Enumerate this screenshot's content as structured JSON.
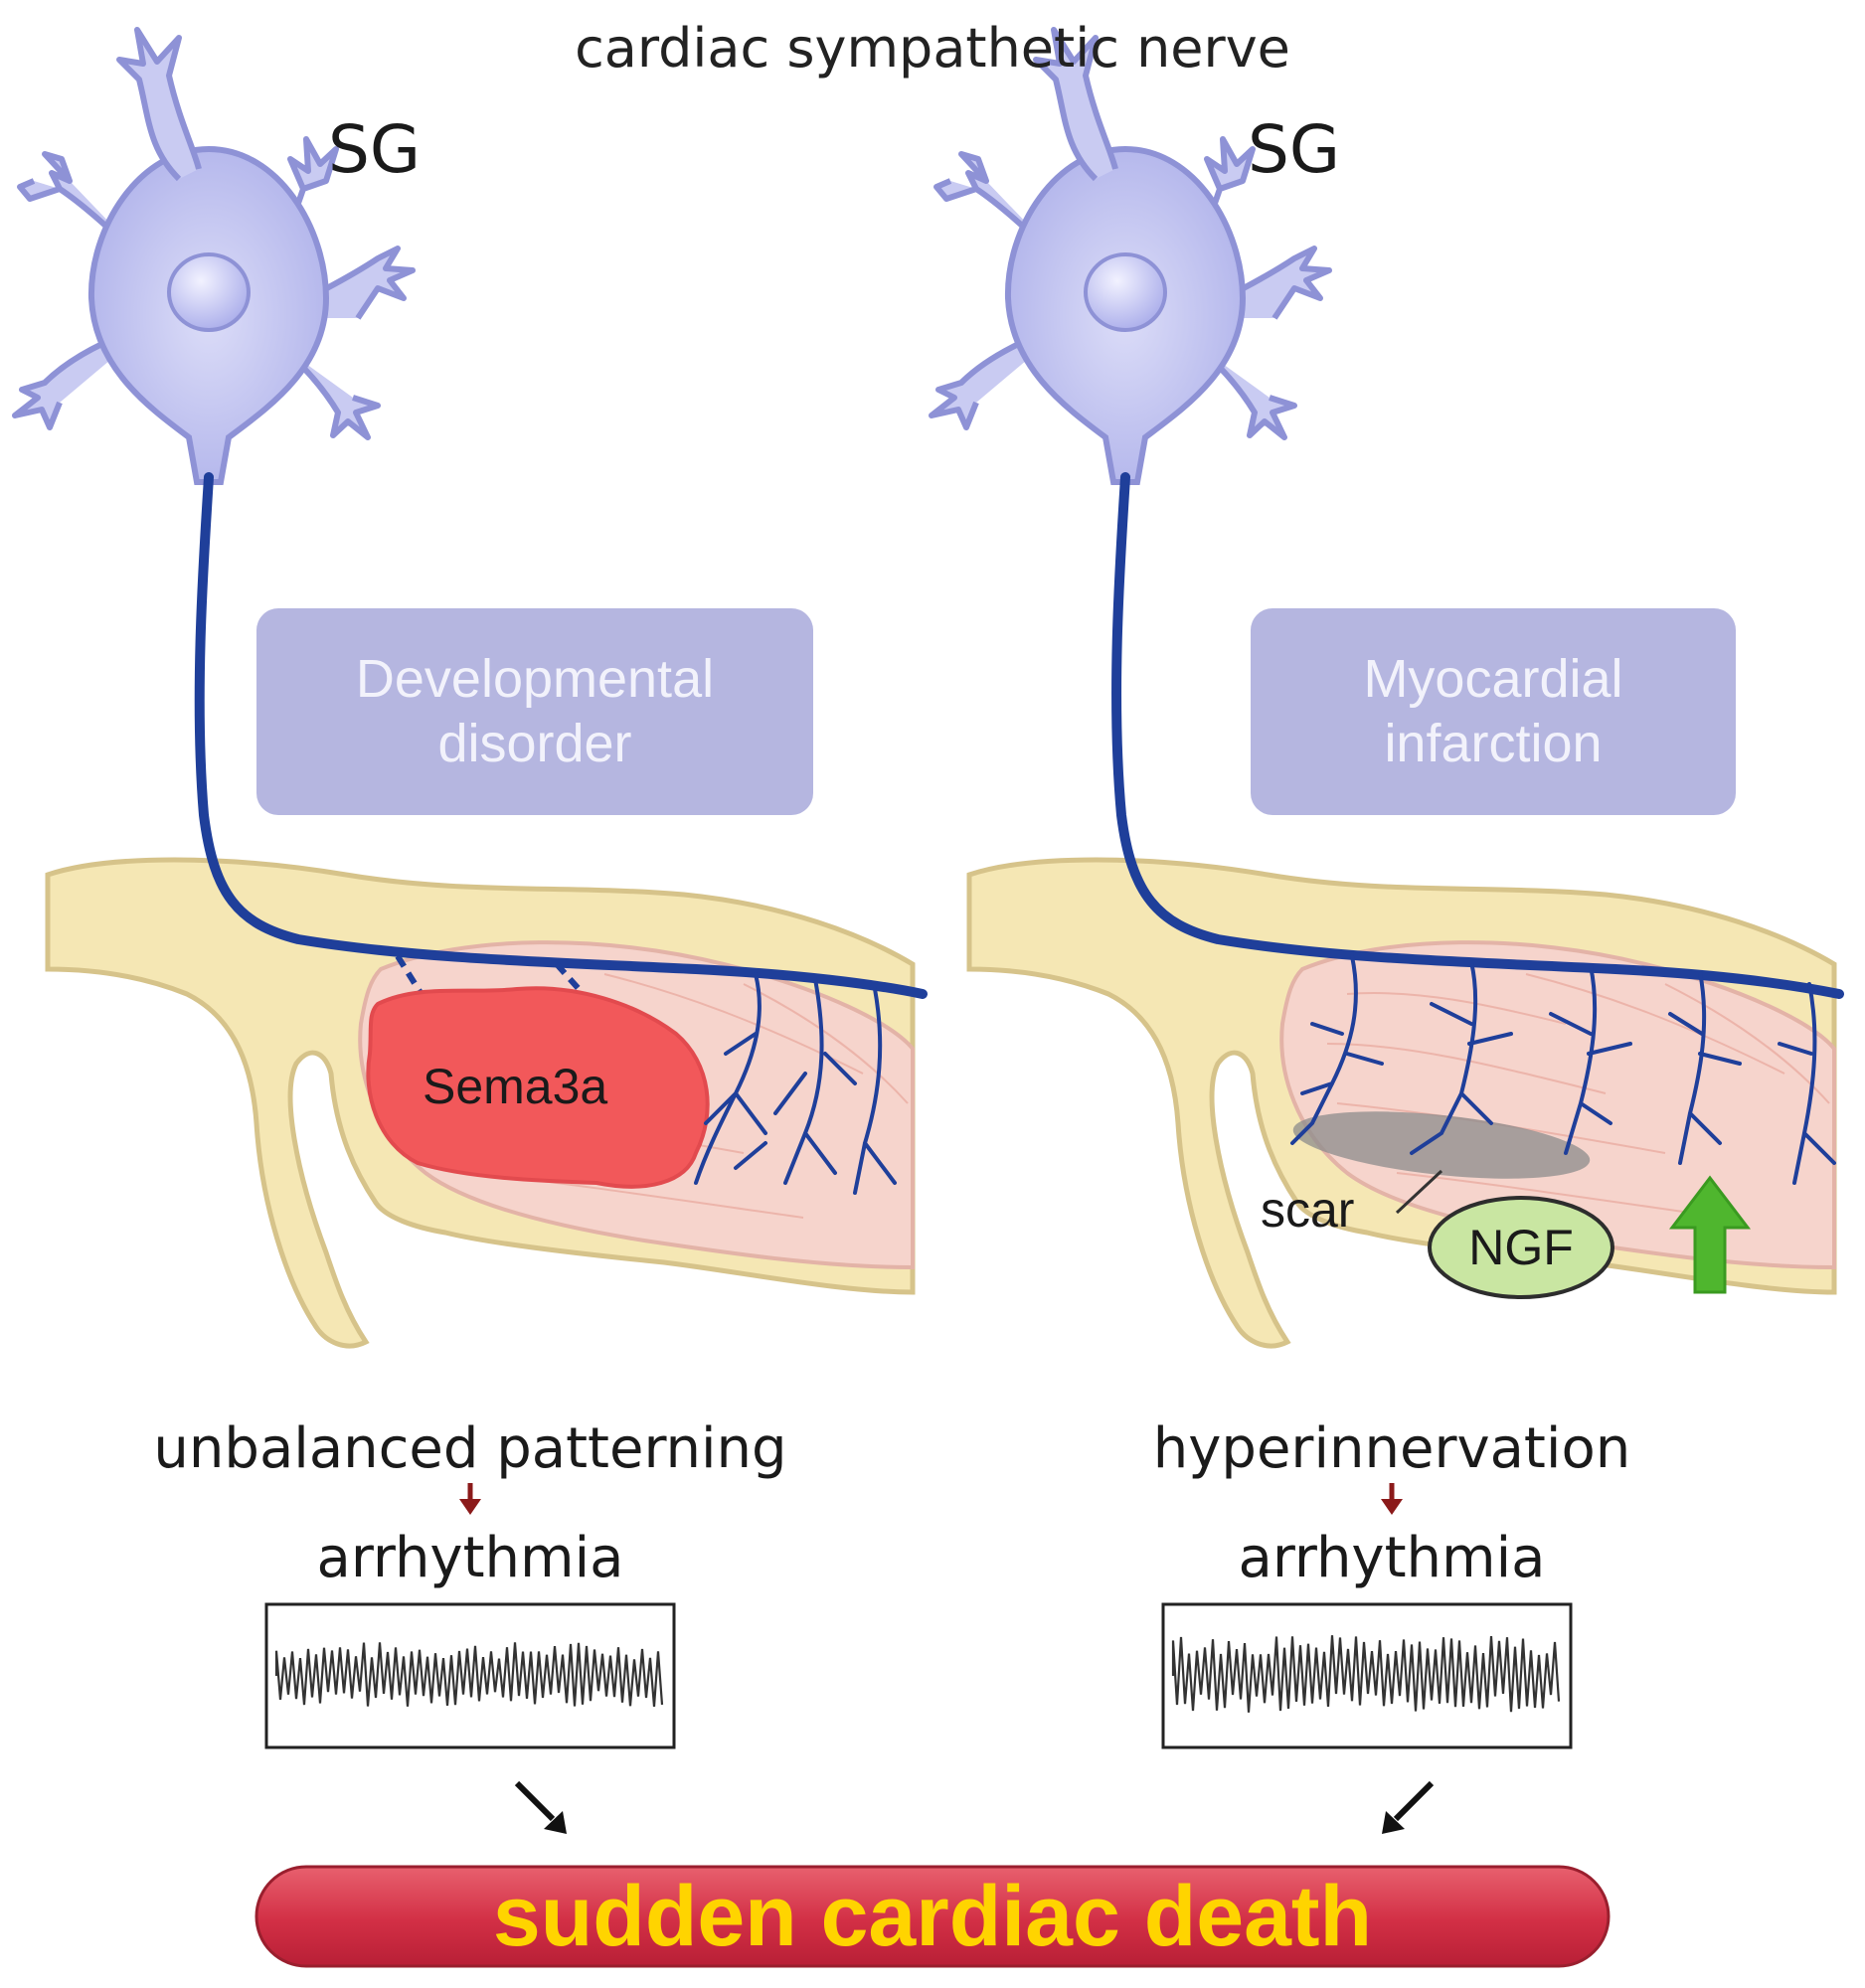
{
  "figure": {
    "title": "cardiac sympathetic nerve",
    "left_panel": {
      "ganglion_label": "SG",
      "condition": "Developmental\ndisorder",
      "factor": "Sema3a",
      "mechanism": "unbalanced patterning",
      "outcome": "arrhythmia"
    },
    "right_panel": {
      "ganglion_label": "SG",
      "condition": "Myocardial\ninfarction",
      "scar_label": "scar",
      "factor": "NGF",
      "mechanism": "hyperinnervation",
      "outcome": "arrhythmia"
    },
    "final_outcome": "sudden cardiac death"
  },
  "colors": {
    "neuron_fill": "#c9cbf2",
    "neuron_stroke": "#8e92d6",
    "nerve": "#1f3f9a",
    "condition_box": "#b5b6e0",
    "heart_tissue": "#f6d4cc",
    "vessel_fill": "#f5e7b4",
    "sema3a": "#f2585a",
    "scar": "#8c8c8c",
    "ngf_fill": "#c9e6a2",
    "up_arrow": "#4fb62e",
    "down_arrow": "#8b1a1a",
    "death_bar": "#d4344a",
    "death_text": "#ffd400"
  },
  "icons": [
    "neuron-icon",
    "down-arrow-icon",
    "up-arrow-icon",
    "diagonal-arrow-icon",
    "ecg-trace-icon"
  ]
}
